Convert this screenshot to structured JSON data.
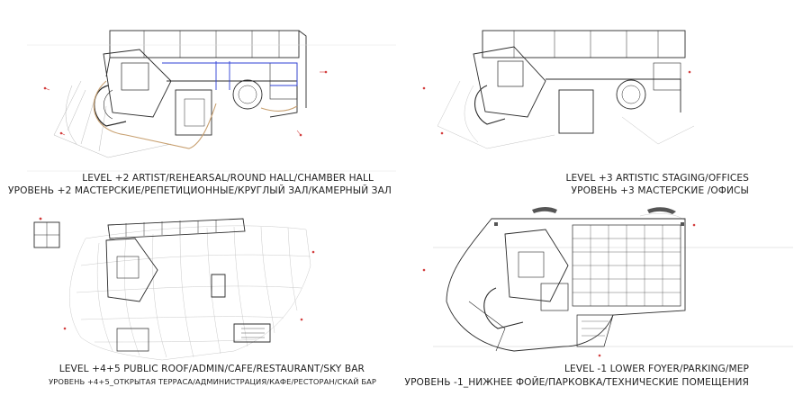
{
  "panels": [
    {
      "id": "level-plus-2",
      "title_en": "LEVEL +2 ARTIST/REHEARSAL/ROUND HALL/CHAMBER HALL",
      "title_ru": "УРОВЕНЬ +2 МАСТЕРСКИЕ/РЕПЕТИЦИОННЫЕ/КРУГЛЫЙ ЗАЛ/КАМЕРНЫЙ ЗАЛ"
    },
    {
      "id": "level-plus-3",
      "title_en": "LEVEL +3 ARTISTIC STAGING/OFFICES",
      "title_ru": "УРОВЕНЬ +3 МАСТЕРСКИЕ /ОФИСЫ"
    },
    {
      "id": "level-plus-4-5",
      "title_en": "LEVEL +4+5 PUBLIC ROOF/ADMIN/CAFE/RESTAURANT/SKY BAR",
      "title_ru": "УРОВЕНЬ +4+5_ОТКРЫТАЯ ТЕРРАСА/АДМИНИСТРАЦИЯ/КАФЕ/РЕСТОРАН/СКАЙ БАР"
    },
    {
      "id": "level-minus-1",
      "title_en": "LEVEL -1 LOWER FOYER/PARKING/MEP",
      "title_ru": "УРОВЕНЬ -1_НИЖНЕЕ ФОЙЕ/ПАРКОВКА/ТЕХНИЧЕСКИЕ ПОМЕЩЕНИЯ"
    }
  ],
  "colors": {
    "line": "#2b2b2b",
    "grid": "#b8b8b8",
    "accent_red": "#d23a3a",
    "accent_blue": "#2e3fd6",
    "accent_tan": "#c8a070"
  }
}
